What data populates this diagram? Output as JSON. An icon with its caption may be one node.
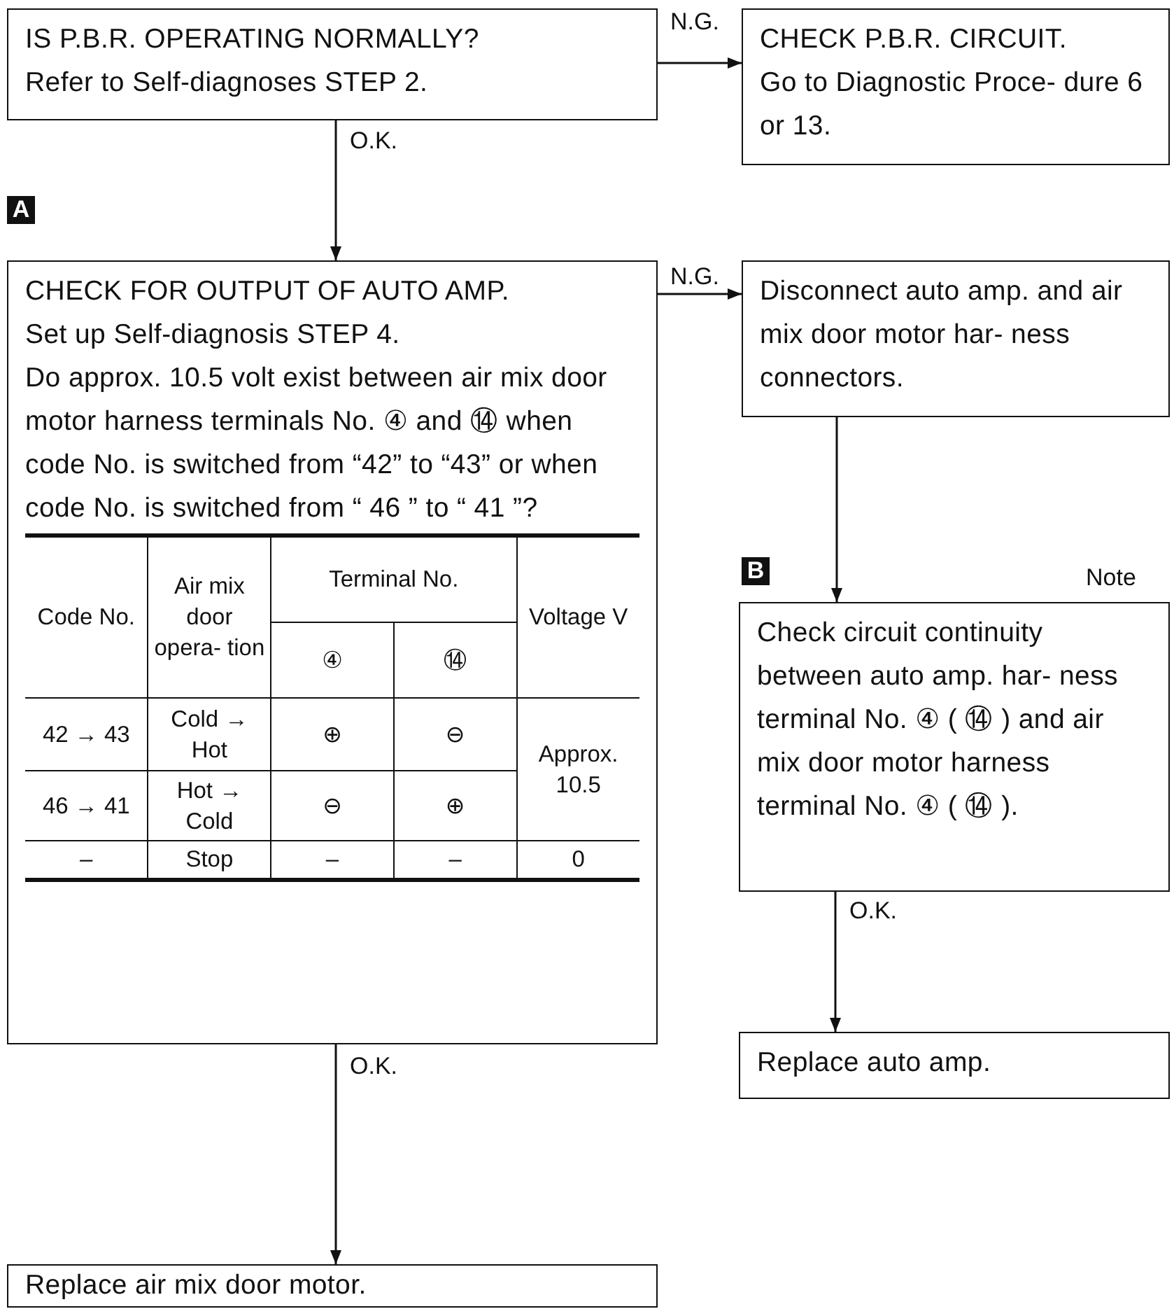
{
  "diagram": {
    "nodes": [
      {
        "text": [
          "IS P.B.R. OPERATING NORMALLY?",
          "Refer to Self-diagnoses STEP 2."
        ]
      },
      {
        "text": [
          "CHECK P.B.R. CIRCUIT.",
          "Go to Diagnostic Proce- dure 6 or 13."
        ]
      },
      {
        "text": [
          "CHECK FOR OUTPUT OF AUTO AMP.",
          "Set up Self-diagnosis STEP 4.",
          "Do approx. 10.5 volt exist between air mix door motor harness terminals No. ④ and ⑭ when code No. is switched from “42” to “43” or when code No. is switched from “ 46 ” to “ 41 ”?"
        ]
      },
      {
        "text": [
          "Disconnect auto amp. and air mix door motor har- ness connectors."
        ]
      },
      {
        "text": [
          "Check circuit continuity between auto amp. har- ness terminal No. ④ ( ⑭ ) and air mix door motor harness terminal No. ④ ( ⑭ )."
        ]
      },
      {
        "text": [
          "Replace auto amp."
        ]
      },
      {
        "text": [
          "Replace air mix door motor."
        ]
      }
    ],
    "edges": [
      {
        "from": 0,
        "to": 1,
        "arrow": "to",
        "label": "N.G."
      },
      {
        "from": 0,
        "to": 2,
        "arrow": "to",
        "label": "O.K."
      },
      {
        "from": 2,
        "to": 3,
        "arrow": "to",
        "label": "N.G."
      },
      {
        "from": 3,
        "to": 4,
        "arrow": "to"
      },
      {
        "from": 4,
        "to": 5,
        "arrow": "to",
        "label": "O.K."
      },
      {
        "from": 2,
        "to": 6,
        "arrow": "to",
        "label": "O.K."
      }
    ],
    "labels": [
      "A",
      "B",
      "Note",
      "Code No.",
      "Air mix door opera- tion",
      "Terminal No.",
      "Voltage V",
      "④",
      "⑭",
      "42 → 43",
      "Cold → Hot",
      "⊕",
      "⊖",
      "Approx. 10.5",
      "46 → 41",
      "Hot → Cold",
      "⊖",
      "⊕",
      "–",
      "Stop",
      "–",
      "–",
      "0"
    ]
  }
}
